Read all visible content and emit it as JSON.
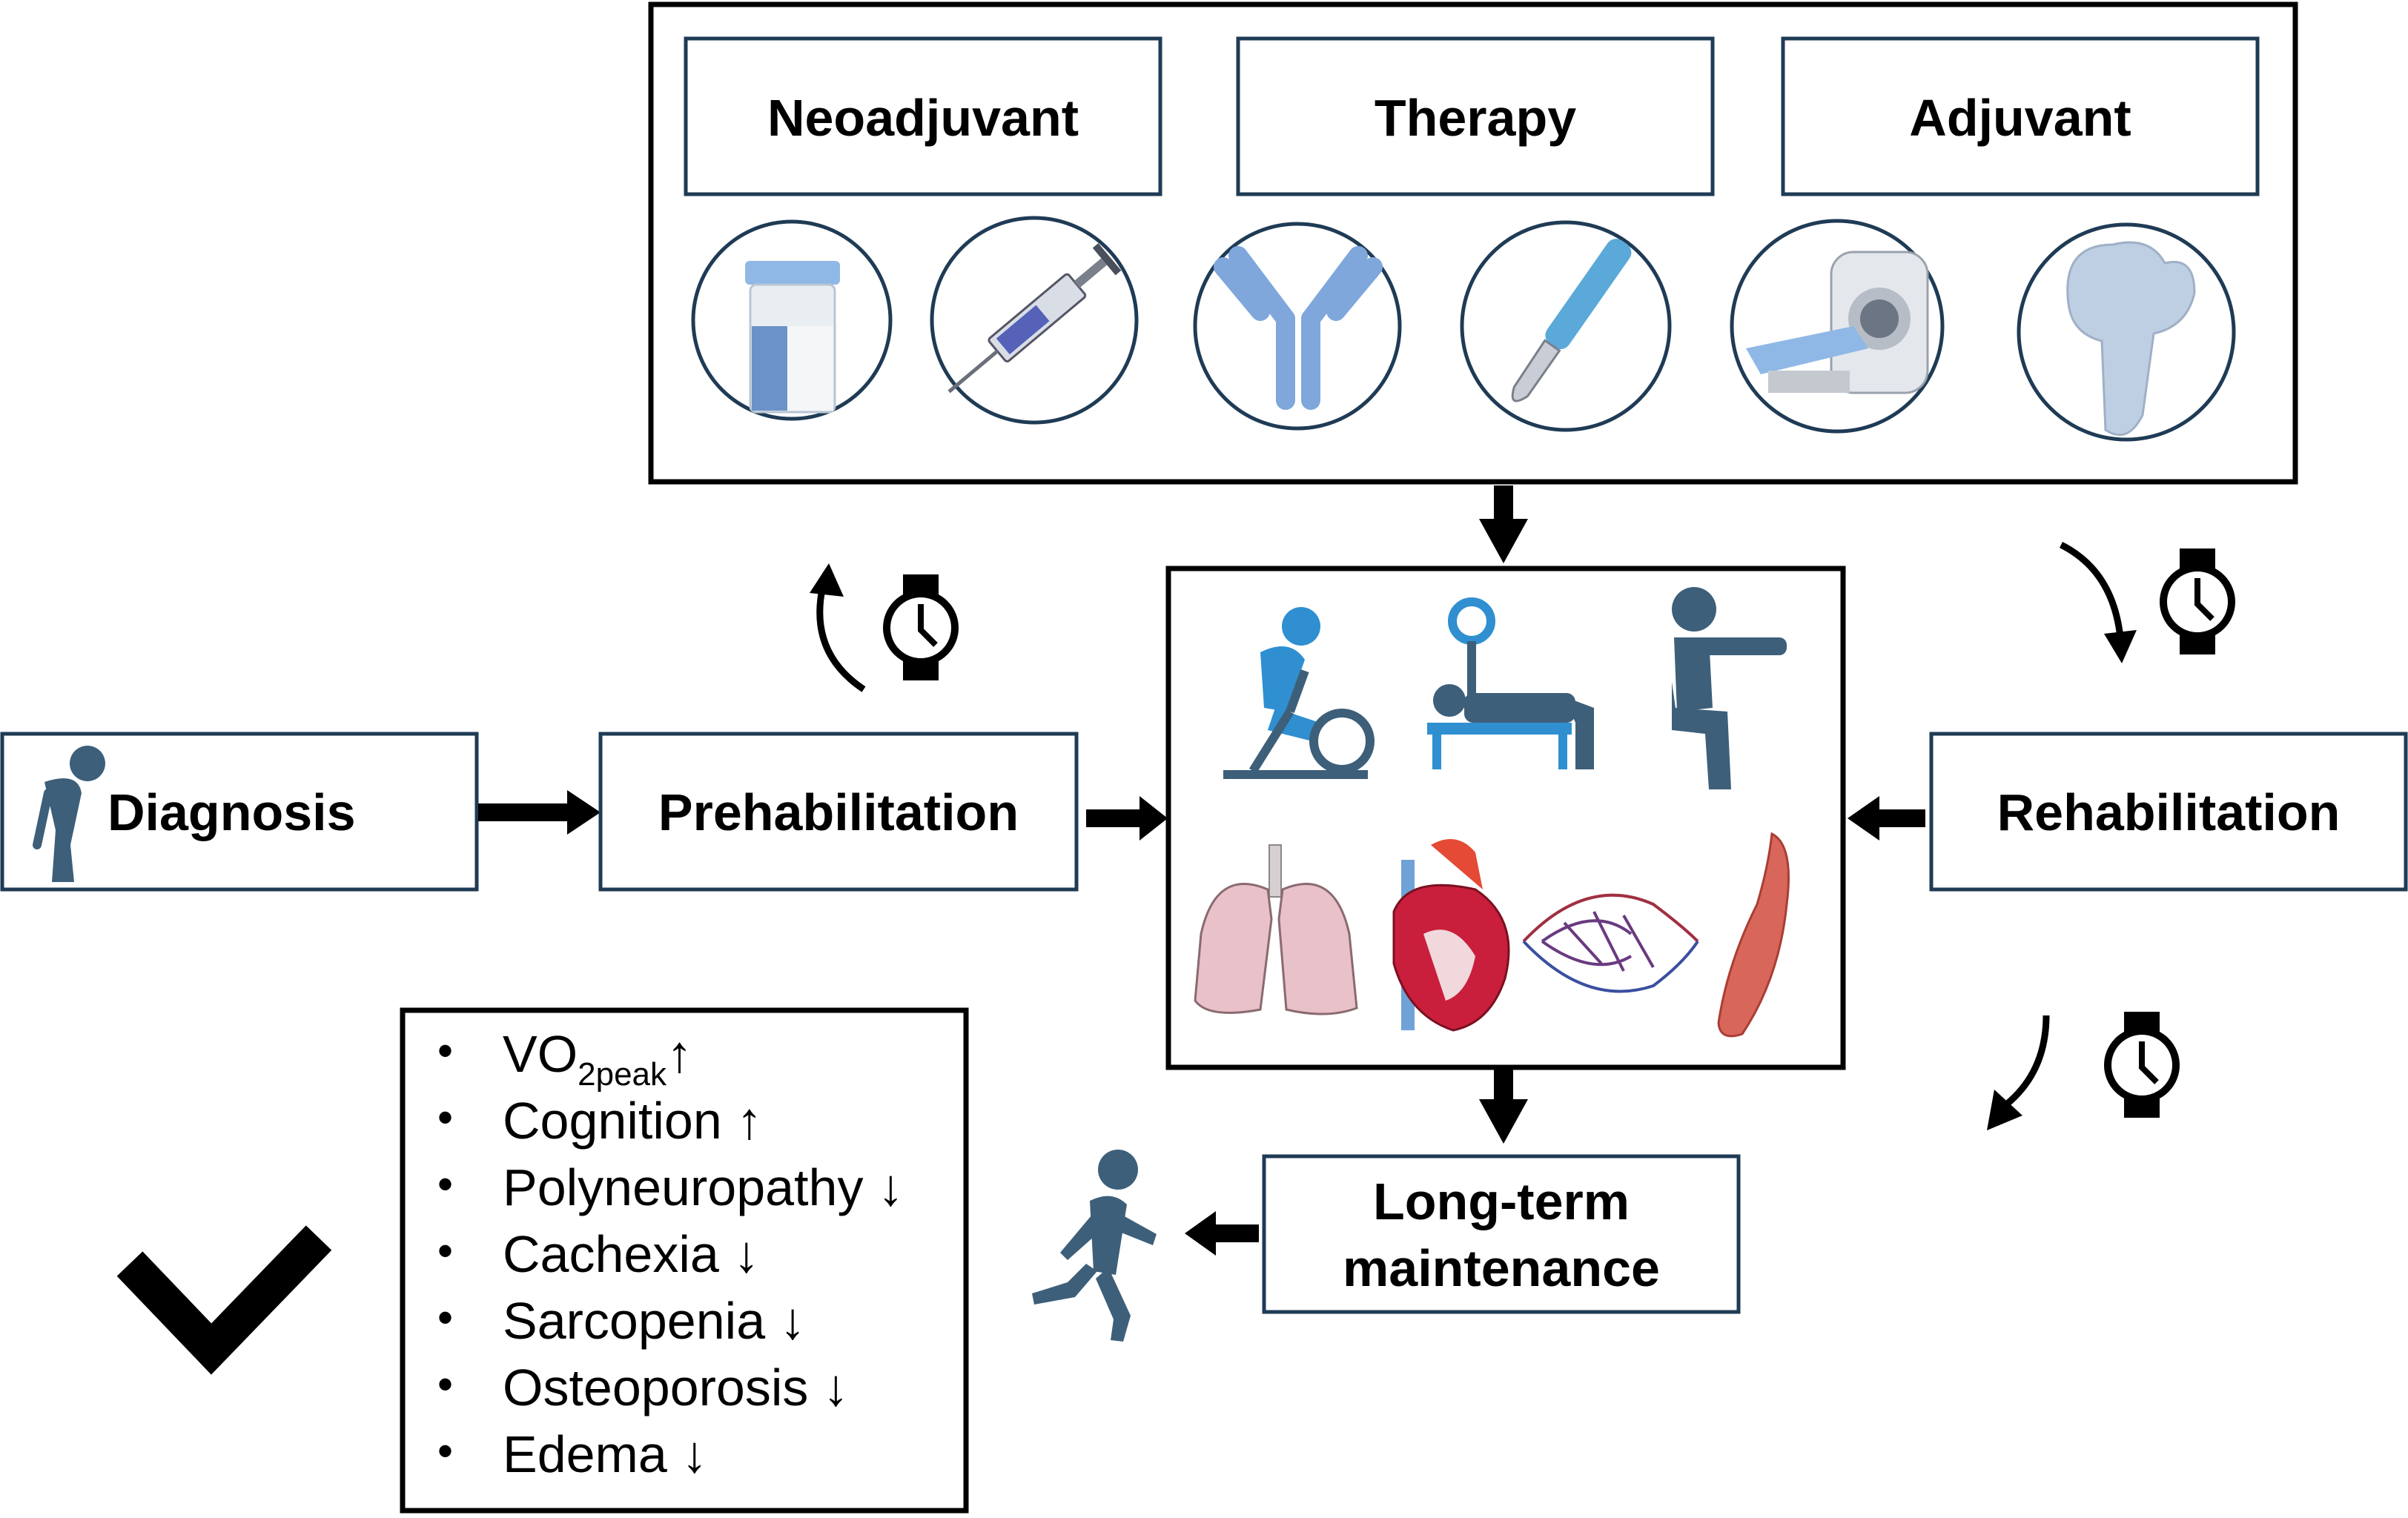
{
  "therapy": {
    "neoadjuvant_label": "Neoadjuvant",
    "therapy_label": "Therapy",
    "adjuvant_label": "Adjuvant",
    "icons": [
      "specimen-jar-icon",
      "syringe-icon",
      "antibody-icon",
      "scalpel-icon",
      "mri-scanner-icon",
      "bone-icon"
    ]
  },
  "flow": {
    "diagnosis_label": "Diagnosis",
    "prehabilitation_label": "Prehabilitation",
    "rehabilitation_label": "Rehabilitation",
    "maintenance_line1": "Long-term",
    "maintenance_line2": "maintenance"
  },
  "center": {
    "icons": [
      "exercise-bike-icon",
      "bench-press-icon",
      "squat-icon",
      "lungs-icon",
      "heart-icon",
      "capillaries-icon",
      "muscle-icon"
    ]
  },
  "outcomes": {
    "vo2_main": "VO",
    "vo2_sub": "2peak",
    "vo2_arrow": "↑",
    "items": [
      "Cognition ↑",
      "Polyneuropathy ↓",
      "Cachexia ↓",
      "Sarcopenia ↓",
      "Osteoporosis ↓",
      "Edema ↓"
    ],
    "bullet": "•"
  },
  "colors": {
    "figure": "#3d5f7a",
    "figure_light": "#2f8fd0",
    "box_border": "#1f3b55",
    "black": "#000000"
  }
}
